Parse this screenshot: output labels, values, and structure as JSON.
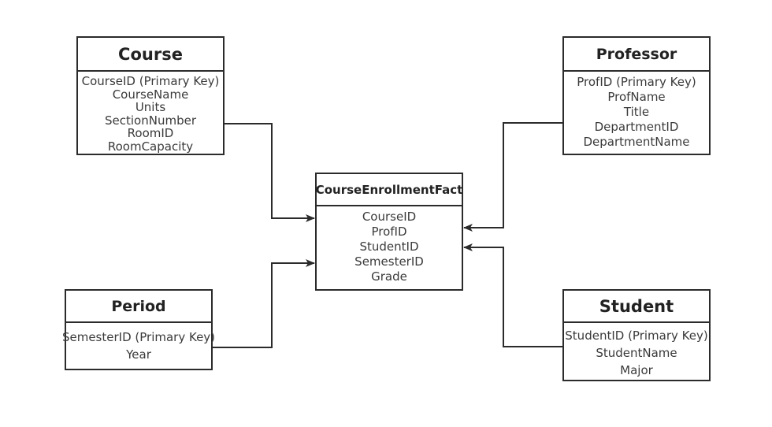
{
  "colors": {
    "line": "#2b2b2b",
    "text": "#3a3a3a"
  },
  "entities": {
    "course": {
      "title": "Course",
      "attributes": [
        "CourseID (Primary Key)",
        "CourseName",
        "Units",
        "SectionNumber",
        "RoomID",
        "RoomCapacity"
      ]
    },
    "professor": {
      "title": "Professor",
      "attributes": [
        "ProfID (Primary Key)",
        "ProfName",
        "Title",
        "DepartmentID",
        "DepartmentName"
      ]
    },
    "fact": {
      "title": "CourseEnrollmentFact",
      "attributes": [
        "CourseID",
        "ProfID",
        "StudentID",
        "SemesterID",
        "Grade"
      ]
    },
    "period": {
      "title": "Period",
      "attributes": [
        "SemesterID (Primary Key)",
        "Year"
      ]
    },
    "student": {
      "title": "Student",
      "attributes": [
        "StudentID (Primary Key)",
        "StudentName",
        "Major"
      ]
    }
  }
}
